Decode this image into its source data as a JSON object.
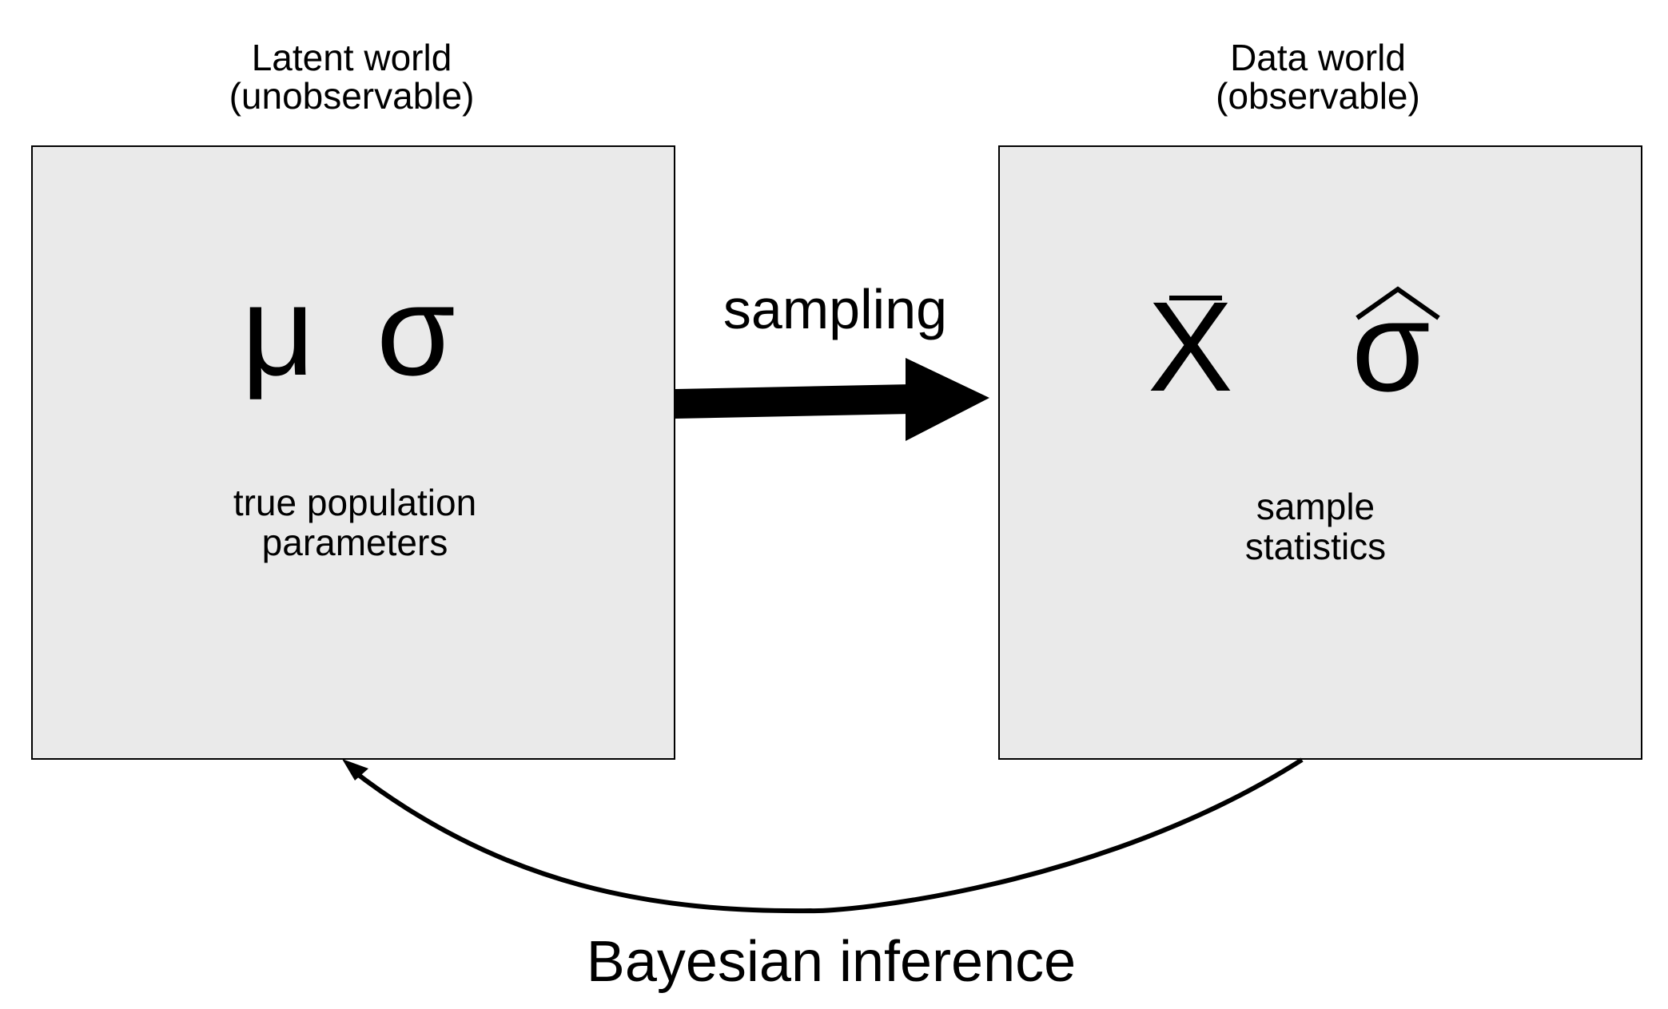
{
  "latent": {
    "header_line1": "Latent world",
    "header_line2": "(unobservable)",
    "symbol_mu": "μ",
    "symbol_sigma": "σ",
    "desc_line1": "true population",
    "desc_line2": "parameters"
  },
  "data": {
    "header_line1": "Data world",
    "header_line2": "(observable)",
    "symbol_xbar": "X",
    "symbol_sigmahat": "σ",
    "desc_line1": "sample",
    "desc_line2": "statistics"
  },
  "arrows": {
    "sampling_label": "sampling",
    "inference_label": "Bayesian inference"
  }
}
